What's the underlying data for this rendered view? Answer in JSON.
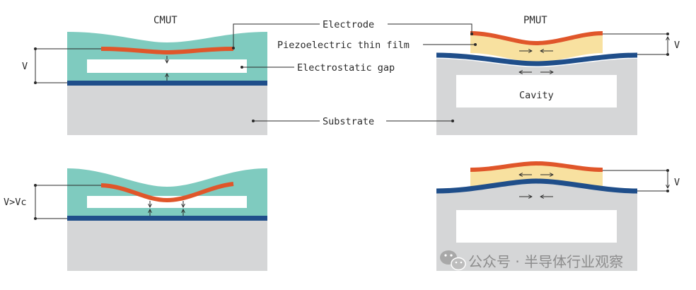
{
  "titles": {
    "cmut": "CMUT",
    "pmut": "PMUT"
  },
  "labels": {
    "electrode": "Electrode",
    "piezo": "Piezoelectric thin film",
    "gap": "Electrostatic gap",
    "cavity": "Cavity",
    "substrate": "Substrate",
    "v_cmut_top": "V",
    "v_cmut_bottom": "V>Vc",
    "v_pmut_top": "V",
    "v_pmut_bottom": "V"
  },
  "watermark": {
    "text": "公众号 · 半导体行业观察"
  },
  "colors": {
    "teal": "#7fcbbf",
    "electrode": "#e0562a",
    "blue": "#1f4e8a",
    "substrate": "#d5d6d7",
    "piezo": "#f8e1a0",
    "ink": "#2a2a2a"
  }
}
